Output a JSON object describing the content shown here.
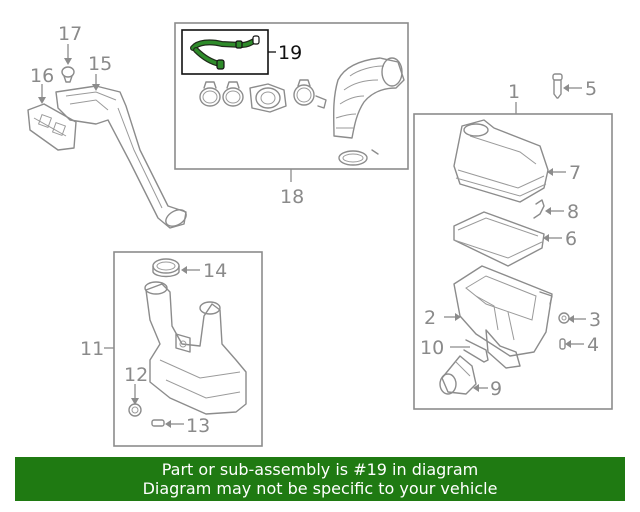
{
  "diagram": {
    "labels": {
      "p1": "1",
      "p2": "2",
      "p3": "3",
      "p4": "4",
      "p5": "5",
      "p6": "6",
      "p7": "7",
      "p8": "8",
      "p9": "9",
      "p10": "10",
      "p11": "11",
      "p12": "12",
      "p13": "13",
      "p14": "14",
      "p15": "15",
      "p16": "16",
      "p17": "17",
      "p18": "18",
      "p19": "19"
    },
    "highlighted_part": "19",
    "colors": {
      "line": "#8c8c8c",
      "highlight_part": "#1f6b1a",
      "highlight_box": "#111111",
      "banner": "#1f7a12",
      "banner_text": "#ffffff"
    }
  },
  "footer": {
    "line1": "Part or sub-assembly is #19 in diagram",
    "line2": "Diagram may not be specific to your vehicle"
  }
}
